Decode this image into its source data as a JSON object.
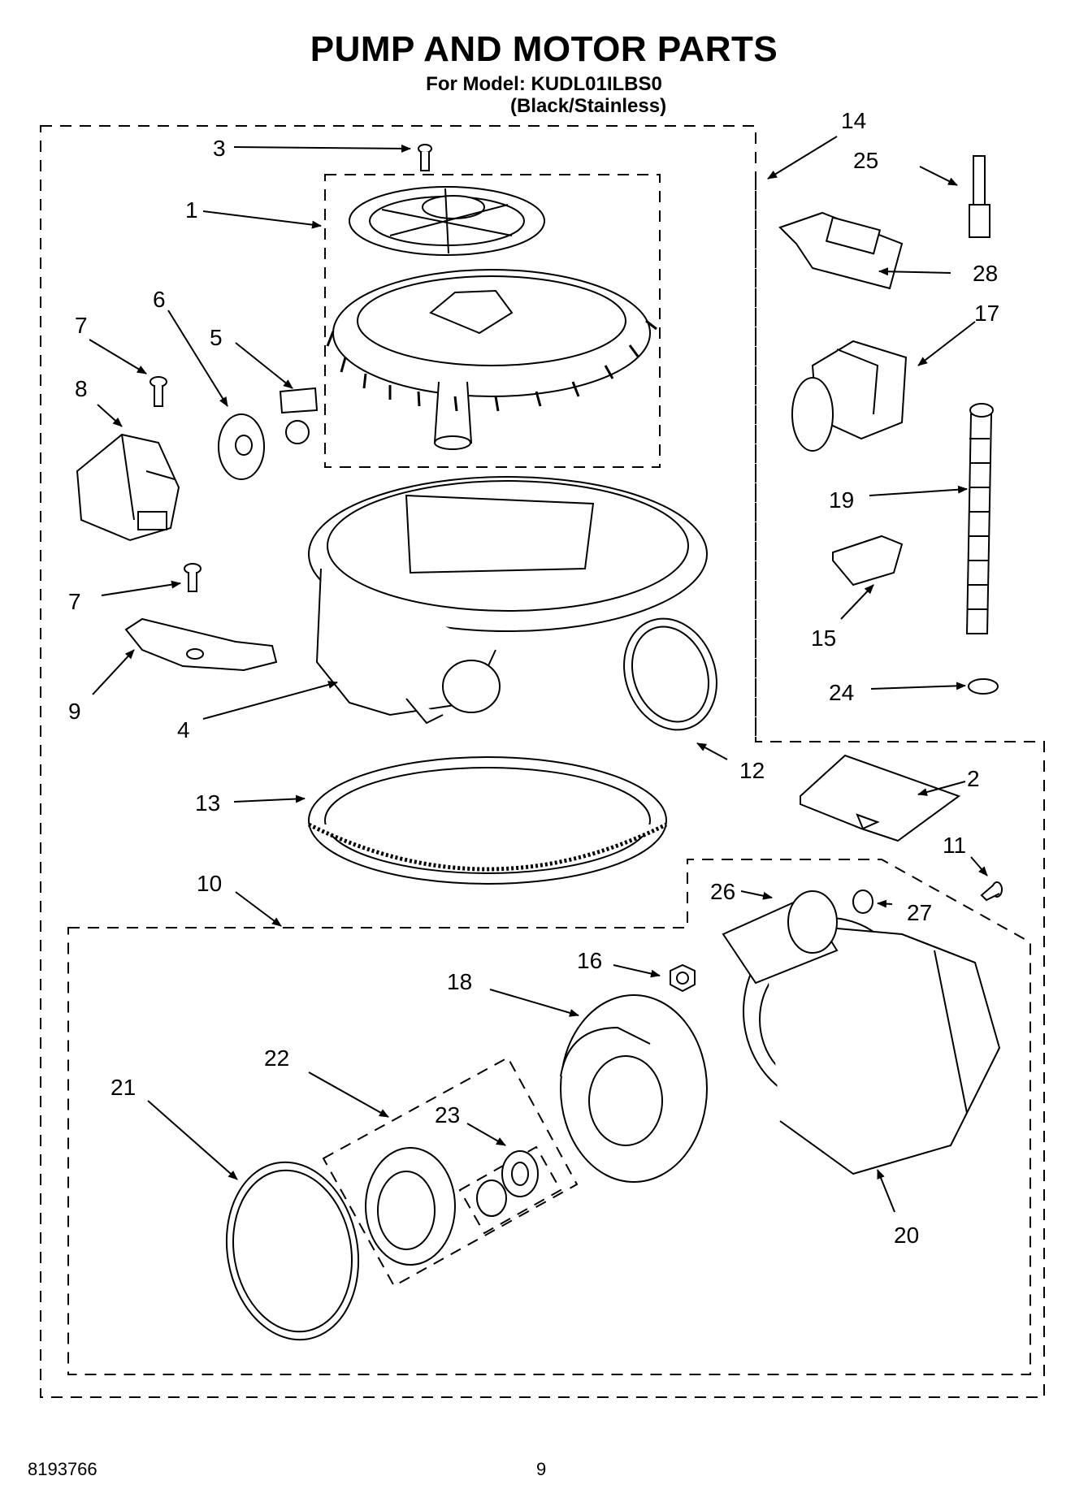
{
  "header": {
    "title": "PUMP AND MOTOR PARTS",
    "model_line": "For Model: KUDL01ILBS0",
    "variant_line": "(Black/Stainless)"
  },
  "footer": {
    "doc_number": "8193766",
    "page_number": "9"
  },
  "callouts": {
    "c1": "1",
    "c2": "2",
    "c3": "3",
    "c4": "4",
    "c5": "5",
    "c6": "6",
    "c7a": "7",
    "c7b": "7",
    "c8": "8",
    "c9": "9",
    "c10": "10",
    "c11": "11",
    "c12": "12",
    "c13": "13",
    "c14": "14",
    "c15": "15",
    "c16": "16",
    "c17": "17",
    "c18": "18",
    "c19": "19",
    "c20": "20",
    "c21": "21",
    "c22": "22",
    "c23": "23",
    "c24": "24",
    "c25": "25",
    "c26": "26",
    "c27": "27",
    "c28": "28"
  }
}
